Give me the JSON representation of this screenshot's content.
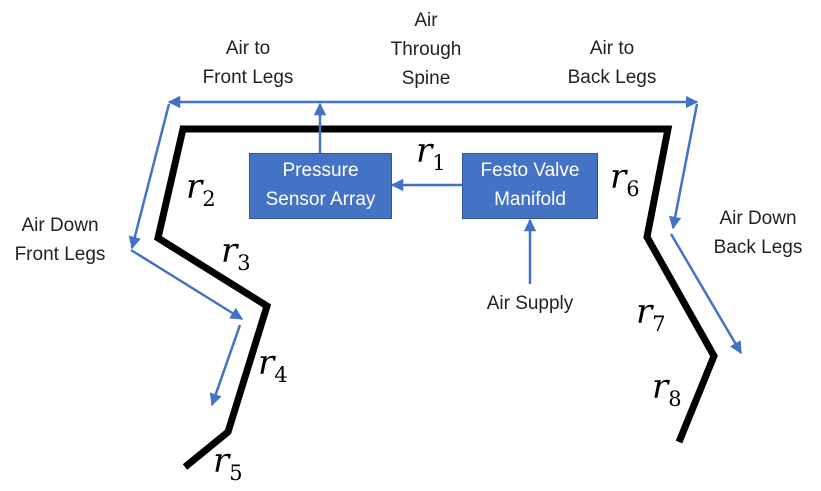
{
  "labels": {
    "air_through_spine": [
      "Air",
      "Through",
      "Spine"
    ],
    "air_front_legs": [
      "Air to",
      "Front Legs"
    ],
    "air_back_legs": [
      "Air to",
      "Back Legs"
    ],
    "air_down_front": [
      "Air Down",
      "Front Legs"
    ],
    "air_down_back": [
      "Air Down",
      "Back Legs"
    ],
    "air_supply": "Air Supply"
  },
  "boxes": {
    "pressure": [
      "Pressure",
      "Sensor Array"
    ],
    "festo": [
      "Festo Valve",
      "Manifold"
    ]
  },
  "segments": {
    "r1": {
      "base": "r",
      "sub": "1"
    },
    "r2": {
      "base": "r",
      "sub": "2"
    },
    "r3": {
      "base": "r",
      "sub": "3"
    },
    "r4": {
      "base": "r",
      "sub": "4"
    },
    "r5": {
      "base": "r",
      "sub": "5"
    },
    "r6": {
      "base": "r",
      "sub": "6"
    },
    "r7": {
      "base": "r",
      "sub": "7"
    },
    "r8": {
      "base": "r",
      "sub": "8"
    }
  },
  "colors": {
    "arrow": "#4472c4",
    "box_fill": "#4472c4",
    "robot_body": "#000000"
  }
}
